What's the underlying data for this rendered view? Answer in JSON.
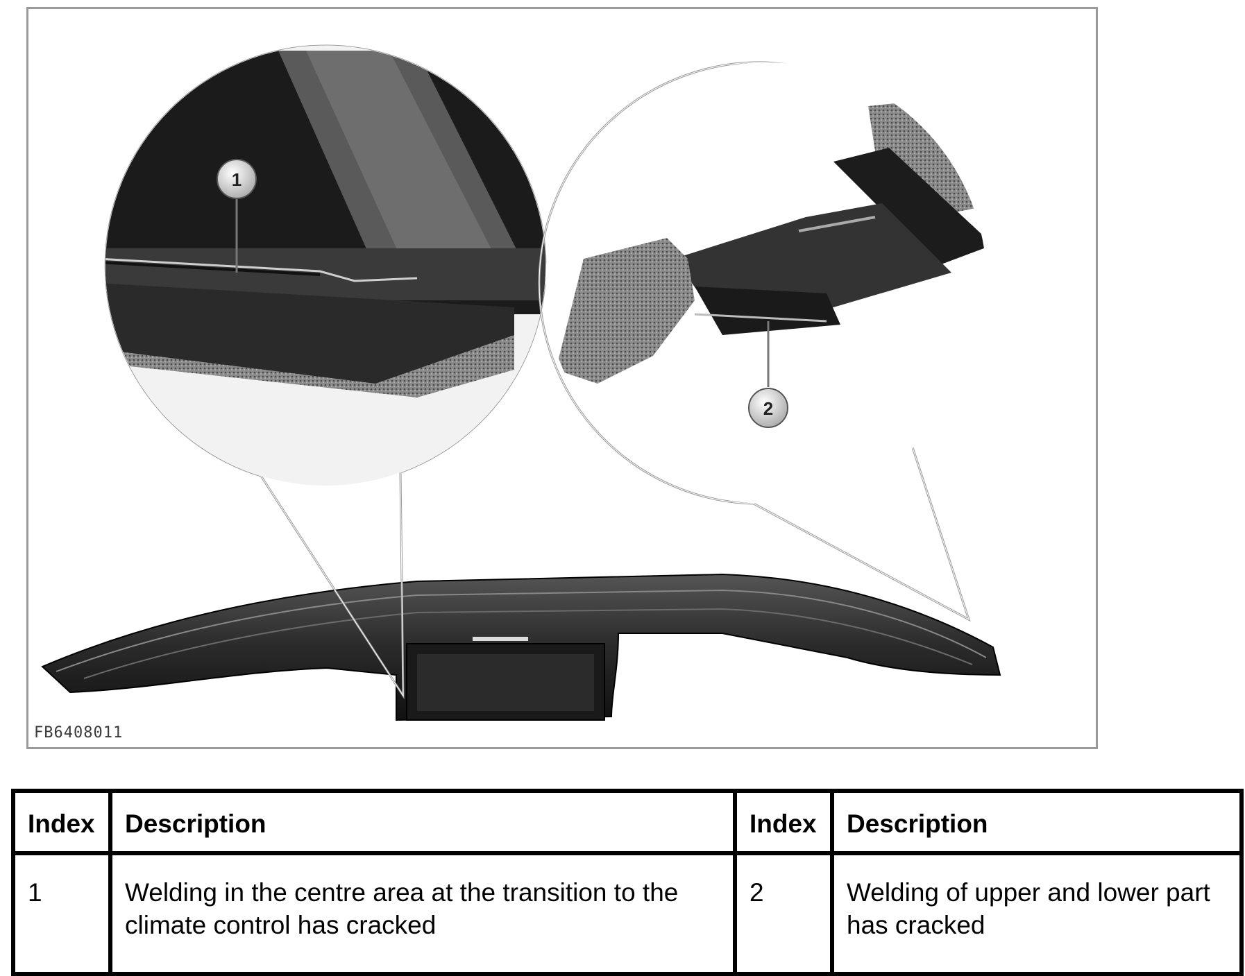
{
  "figure": {
    "id": "FB6408011",
    "callouts": [
      "1",
      "2"
    ]
  },
  "legend": {
    "headers": [
      "Index",
      "Description",
      "Index",
      "Description"
    ],
    "rows": [
      {
        "index_a": "1",
        "desc_a": "Welding in the centre area at the transition to the climate control has cracked",
        "index_b": "2",
        "desc_b": "Welding of upper and lower part has cracked"
      }
    ]
  }
}
